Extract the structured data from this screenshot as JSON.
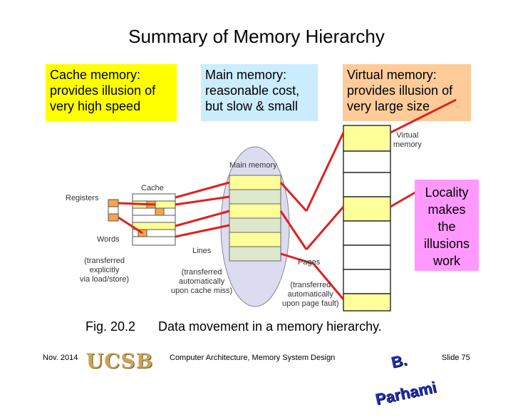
{
  "title": "Summary of Memory Hierarchy",
  "boxes": {
    "cache": {
      "text": "Cache memory:\nprovides illusion of\nvery high speed",
      "color": "#ffff00"
    },
    "main": {
      "text": "Main memory:\nreasonable cost,\nbut slow & small",
      "color": "#ccecff"
    },
    "virtual": {
      "text": "Virtual memory:\nprovides illusion of\nvery large size",
      "color": "#ffcc99"
    },
    "locality": {
      "text": "Locality\nmakes\nthe\nillusions\nwork",
      "color": "#ff99ff"
    }
  },
  "diagram": {
    "registers": "Registers",
    "cache": "Cache",
    "words": "Words",
    "words_note": "(transferred\nexplicitly\nvia load/store)",
    "main_memory": "Main memory",
    "lines": "Lines",
    "lines_note": "(transferred\nautomatically\nupon cache miss)",
    "pages": "Pages",
    "pages_note": "(transferred\nautomatically\nupon page fault)",
    "virtual_memory": "Virtual\nmemory"
  },
  "caption": {
    "fig": "Fig. 20.2",
    "text": "Data movement in a memory hierarchy."
  },
  "footer": {
    "date": "Nov. 2014",
    "course": "Computer Architecture, Memory System Design",
    "slide": "Slide 75",
    "ucsb_logo": "UCSB",
    "author_logo": "B. Parhami"
  },
  "colors": {
    "arrow_red": "#e02020",
    "highlight": "#ffff99",
    "orange": "#f5a64a",
    "ellipse": "#dcdcf0"
  }
}
